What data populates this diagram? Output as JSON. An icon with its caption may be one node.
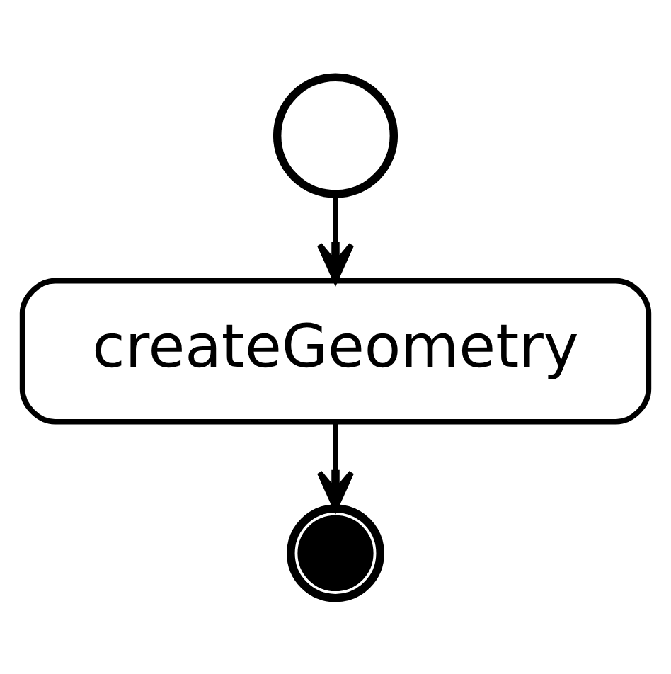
{
  "diagram": {
    "nodes": [
      {
        "text": [],
        "shape": "circle"
      },
      {
        "text": [
          "createGeometry"
        ]
      },
      {
        "text": [],
        "shape": "bullseye"
      }
    ],
    "edges": [
      {
        "from": 0,
        "to": 1,
        "arrow": "to"
      },
      {
        "from": 1,
        "to": 2,
        "arrow": "to"
      }
    ]
  }
}
